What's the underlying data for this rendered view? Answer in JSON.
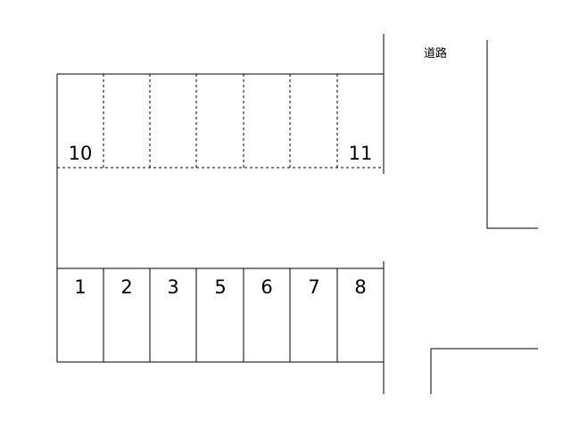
{
  "road": {
    "label": "道路"
  },
  "bottom_row": {
    "stalls": [
      {
        "number": "1"
      },
      {
        "number": "2"
      },
      {
        "number": "3"
      },
      {
        "number": "5"
      },
      {
        "number": "6"
      },
      {
        "number": "7"
      },
      {
        "number": "8"
      }
    ]
  },
  "top_row": {
    "left_label": "10",
    "right_label": "11"
  },
  "colors": {
    "line": "#000000",
    "background": "#ffffff"
  }
}
